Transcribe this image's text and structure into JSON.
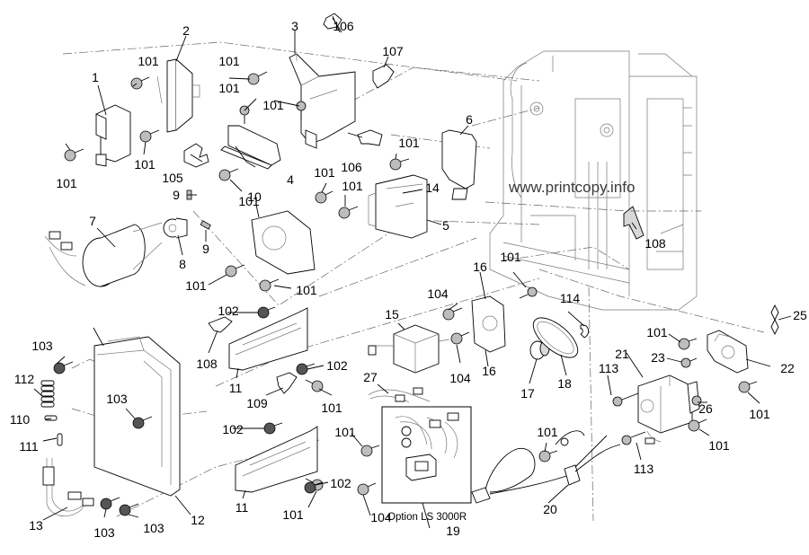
{
  "diagram": {
    "title": "",
    "watermark": "www.printcopy.info",
    "option_box_label": "Option LS 3000R",
    "callouts": [
      {
        "id": "c1",
        "label": "1"
      },
      {
        "id": "c2",
        "label": "2"
      },
      {
        "id": "c3",
        "label": "3"
      },
      {
        "id": "c4",
        "label": "4"
      },
      {
        "id": "c5",
        "label": "5"
      },
      {
        "id": "c6",
        "label": "6"
      },
      {
        "id": "c7",
        "label": "7"
      },
      {
        "id": "c8",
        "label": "8"
      },
      {
        "id": "c9a",
        "label": "9"
      },
      {
        "id": "c9b",
        "label": "9"
      },
      {
        "id": "c10",
        "label": "10"
      },
      {
        "id": "c11a",
        "label": "11"
      },
      {
        "id": "c11b",
        "label": "11"
      },
      {
        "id": "c12",
        "label": "12"
      },
      {
        "id": "c13",
        "label": "13"
      },
      {
        "id": "c14",
        "label": "14"
      },
      {
        "id": "c15",
        "label": "15"
      },
      {
        "id": "c16a",
        "label": "16"
      },
      {
        "id": "c16b",
        "label": "16"
      },
      {
        "id": "c17",
        "label": "17"
      },
      {
        "id": "c18",
        "label": "18"
      },
      {
        "id": "c19",
        "label": "19"
      },
      {
        "id": "c20",
        "label": "20"
      },
      {
        "id": "c21",
        "label": "21"
      },
      {
        "id": "c22",
        "label": "22"
      },
      {
        "id": "c23",
        "label": "23"
      },
      {
        "id": "c25",
        "label": "25"
      },
      {
        "id": "c26",
        "label": "26"
      },
      {
        "id": "c27",
        "label": "27"
      },
      {
        "id": "c101a",
        "label": "101"
      },
      {
        "id": "c101b",
        "label": "101"
      },
      {
        "id": "c101c",
        "label": "101"
      },
      {
        "id": "c101d",
        "label": "101"
      },
      {
        "id": "c101e",
        "label": "101"
      },
      {
        "id": "c101f",
        "label": "101"
      },
      {
        "id": "c101g",
        "label": "101"
      },
      {
        "id": "c101h",
        "label": "101"
      },
      {
        "id": "c101i",
        "label": "101"
      },
      {
        "id": "c101j",
        "label": "101"
      },
      {
        "id": "c101k",
        "label": "101"
      },
      {
        "id": "c101l",
        "label": "101"
      },
      {
        "id": "c101m",
        "label": "101"
      },
      {
        "id": "c101n",
        "label": "101"
      },
      {
        "id": "c101o",
        "label": "101"
      },
      {
        "id": "c101p",
        "label": "101"
      },
      {
        "id": "c101q",
        "label": "101"
      },
      {
        "id": "c101r",
        "label": "101"
      },
      {
        "id": "c101s",
        "label": "101"
      },
      {
        "id": "c101t",
        "label": "101"
      },
      {
        "id": "c101u",
        "label": "101"
      },
      {
        "id": "c101v",
        "label": "101"
      },
      {
        "id": "c102a",
        "label": "102"
      },
      {
        "id": "c102b",
        "label": "102"
      },
      {
        "id": "c102c",
        "label": "102"
      },
      {
        "id": "c102d",
        "label": "102"
      },
      {
        "id": "c103a",
        "label": "103"
      },
      {
        "id": "c103b",
        "label": "103"
      },
      {
        "id": "c103c",
        "label": "103"
      },
      {
        "id": "c103d",
        "label": "103"
      },
      {
        "id": "c104a",
        "label": "104"
      },
      {
        "id": "c104b",
        "label": "104"
      },
      {
        "id": "c104c",
        "label": "104"
      },
      {
        "id": "c105",
        "label": "105"
      },
      {
        "id": "c106a",
        "label": "106"
      },
      {
        "id": "c106b",
        "label": "106"
      },
      {
        "id": "c107",
        "label": "107"
      },
      {
        "id": "c108a",
        "label": "108"
      },
      {
        "id": "c108b",
        "label": "108"
      },
      {
        "id": "c109",
        "label": "109"
      },
      {
        "id": "c110",
        "label": "110"
      },
      {
        "id": "c111",
        "label": "111"
      },
      {
        "id": "c112",
        "label": "112"
      },
      {
        "id": "c113a",
        "label": "113"
      },
      {
        "id": "c113b",
        "label": "113"
      },
      {
        "id": "c114",
        "label": "114"
      }
    ]
  }
}
